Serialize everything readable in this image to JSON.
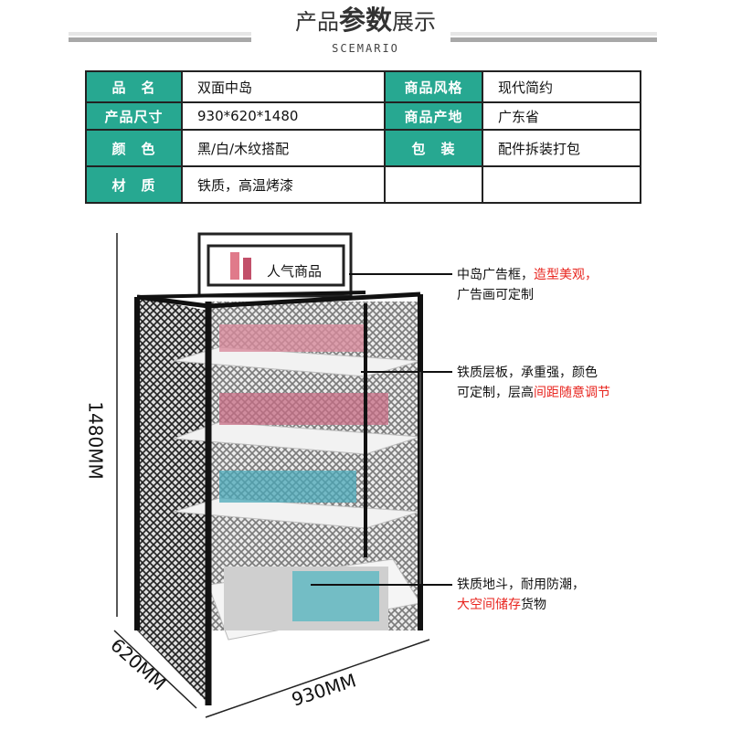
{
  "header": {
    "title_pre": "产品",
    "title_bold": "参数",
    "title_post": "展示",
    "subtitle": "SCEMARIO"
  },
  "specs": [
    [
      {
        "k": "品　名",
        "v": "双面中岛"
      },
      {
        "k": "商品风格",
        "v": "现代简约"
      }
    ],
    [
      {
        "k": "产品尺寸",
        "v": "930*620*1480"
      },
      {
        "k": "商品产地",
        "v": "广东省"
      }
    ],
    [
      {
        "k": "颜　色",
        "v": "黑/白/木纹搭配"
      },
      {
        "k": "包　装",
        "v": "配件拆装打包"
      }
    ],
    [
      {
        "k": "材　质",
        "v": "铁质，高温烤漆"
      },
      {
        "k": "",
        "v": ""
      }
    ]
  ],
  "sign_text": "人气商品",
  "notes": [
    {
      "a": "中岛广告框，",
      "b": "造型美观，",
      "c": "广告画可定制"
    },
    {
      "a": "铁质层板，承重强，颜色",
      "b": "可定制，层高",
      "c": "间距随意调节"
    },
    {
      "a": "铁质地斗，耐用防潮，",
      "b": "大空间储存",
      "c": "货物"
    }
  ],
  "dimensions": {
    "height": "1480MM",
    "depth": "620MM",
    "width": "930MM"
  },
  "colors": {
    "accent": "#27a891",
    "highlight": "#e8241e"
  }
}
